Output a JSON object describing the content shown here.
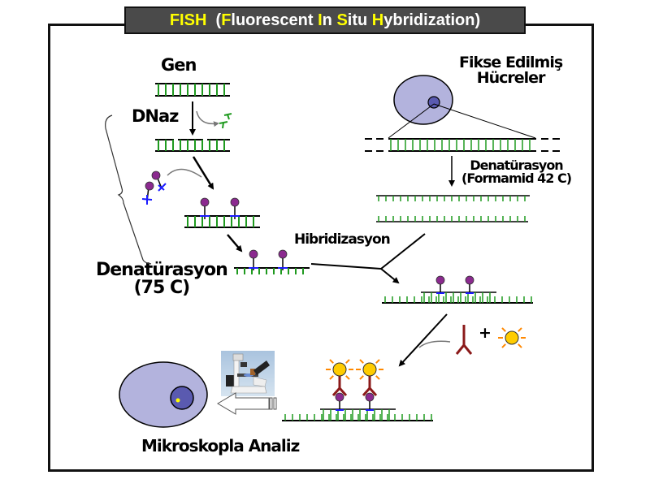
{
  "title": {
    "segments": [
      {
        "text": "FISH",
        "highlight": true
      },
      {
        "text": "  (",
        "highlight": false
      },
      {
        "text": "F",
        "highlight": true
      },
      {
        "text": "luorescent ",
        "highlight": false
      },
      {
        "text": "I",
        "highlight": true
      },
      {
        "text": "n ",
        "highlight": false
      },
      {
        "text": "S",
        "highlight": true
      },
      {
        "text": "itu ",
        "highlight": false
      },
      {
        "text": "H",
        "highlight": true
      },
      {
        "text": "ybridization)",
        "highlight": false
      }
    ]
  },
  "labels": {
    "gene": "Gen",
    "dnase": "DNaz",
    "denaturation_75": "Denatürasyon",
    "denaturation_75_temp": "(75 C)",
    "fixed_cells_line1": "Fikse Edilmiş",
    "fixed_cells_line2": "Hücreler",
    "denaturation_formamid": "Denatürasyon",
    "denaturation_formamid_temp": "(Formamid 42 C)",
    "hybridization": "Hibridizasyon",
    "plus_sign": "+",
    "microscope_analysis": "Mikroskopla Analiz"
  },
  "colors": {
    "title_bg": "#4a4a4a",
    "title_highlight": "#ffff00",
    "dna_rung": "#1f9a1f",
    "probe_head": "#8b2a8f",
    "probe_link": "#1a1aff",
    "cell_body": "#b3b3dd",
    "nucleus": "#5a5ab0",
    "antibody": "#8b1a1a",
    "fluor": "#ffcc00",
    "fluor_rays": "#ff8800"
  }
}
